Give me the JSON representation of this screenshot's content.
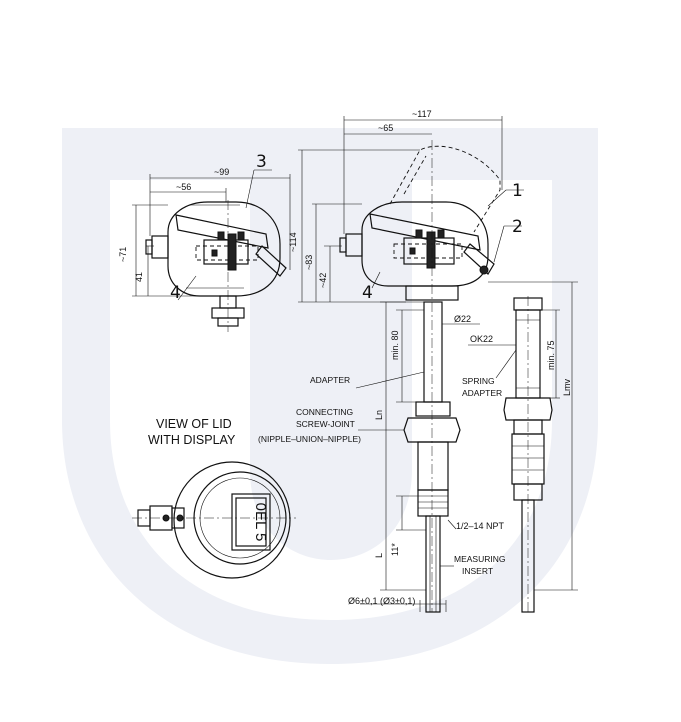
{
  "dimensions": {
    "d117": "~117",
    "d65": "~65",
    "d99": "~99",
    "d56": "~56",
    "d114": "~114",
    "d83": "~83",
    "d42": "~42",
    "d71": "~71",
    "d41": "41",
    "d22": "Ø22",
    "min80": "min. 80",
    "min75": "min. 75",
    "ok22": "OK22",
    "ln": "Ln",
    "lmv": "Lmv",
    "l": "L",
    "eleven": "11*",
    "npt": "1/2–14 NPT",
    "diameter": "Ø6±0,1  (Ø3±0,1)"
  },
  "callouts": {
    "c1": "1",
    "c2": "2",
    "c3": "3",
    "c4a": "4",
    "c4b": "4"
  },
  "labels": {
    "adapter": "ADAPTER",
    "connecting1": "CONNECTING",
    "connecting2": "SCREW-JOINT",
    "nipple": "(NIPPLE–UNION–NIPPLE)",
    "spring1": "SPRING",
    "spring2": "ADAPTER",
    "measuring1": "MEASURING",
    "measuring2": "INSERT",
    "view1": "VIEW OF LID",
    "view2": "WITH DISPLAY",
    "display": "0EL 5"
  },
  "watermark_color": "#eef0f6"
}
